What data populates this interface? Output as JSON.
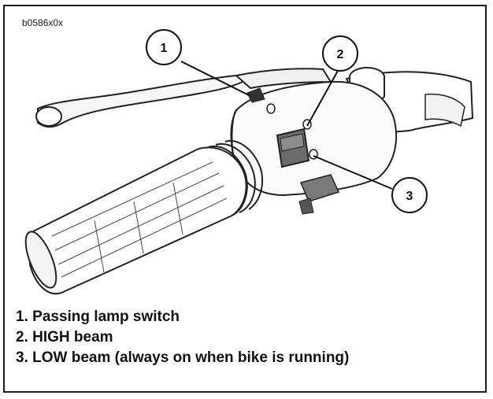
{
  "figure": {
    "code": "b0586x0x",
    "callouts": [
      {
        "number": "1"
      },
      {
        "number": "2"
      },
      {
        "number": "3"
      }
    ],
    "legend": [
      {
        "number": "1.",
        "text": "Passing lamp switch"
      },
      {
        "number": "2.",
        "text": "HIGH beam"
      },
      {
        "number": "3.",
        "text": "LOW beam (always on when bike is running)"
      }
    ],
    "icons": [
      "handlebar-grip-illustration",
      "brake-lever-illustration",
      "switch-housing-illustration"
    ]
  }
}
